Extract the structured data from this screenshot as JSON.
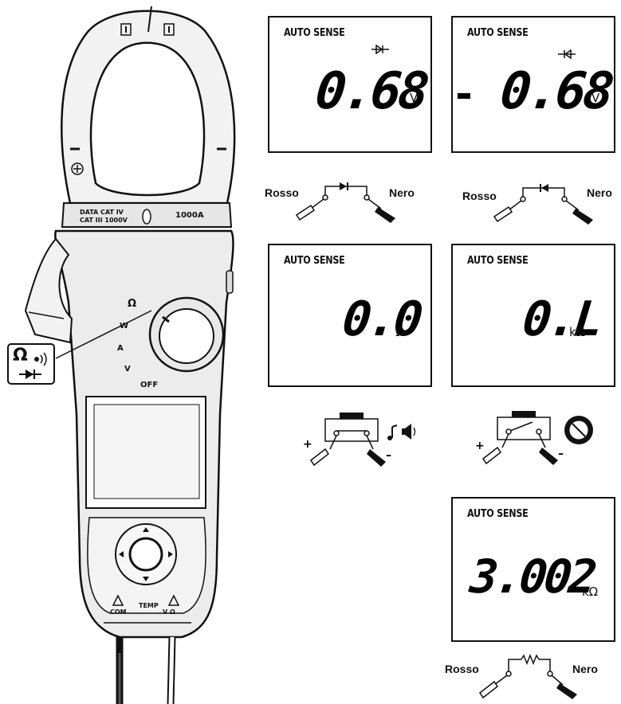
{
  "meter": {
    "jaw_marks": [
      "(+)",
      "(-)"
    ],
    "jaw_text_left": "DATA CAT IV",
    "jaw_text_left2": "CAT III 1000V",
    "jaw_rating": "1000A",
    "selector_labels": [
      "Ω",
      "W",
      "A",
      "V",
      "OFF"
    ],
    "inset_symbol": "Ω",
    "terminal_labels": [
      "COM",
      "TEMP",
      "V Ω"
    ]
  },
  "panels": [
    {
      "header": "AUTO SENSE",
      "reading": "0.68",
      "unit": "V",
      "sign": "",
      "probe_left": "Rosso",
      "probe_right": "Nero"
    },
    {
      "header": "AUTO SENSE",
      "reading": "0.68",
      "unit": "V",
      "sign": "-",
      "probe_left": "Rosso",
      "probe_right": "Nero"
    },
    {
      "header": "AUTO SENSE",
      "reading": "0.0",
      "unit": "Ω"
    },
    {
      "header": "AUTO SENSE",
      "reading": "0.L",
      "unit": "kΩ"
    },
    {
      "header": "AUTO SENSE",
      "reading": "3.002",
      "unit": "kΩ",
      "probe_left": "Rosso",
      "probe_right": "Nero"
    }
  ],
  "icons": {
    "diode": "diode-symbol",
    "resistor": "resistor-symbol",
    "buzzer": "buzzer-symbol",
    "no_continuity": "no-continuity-symbol"
  }
}
